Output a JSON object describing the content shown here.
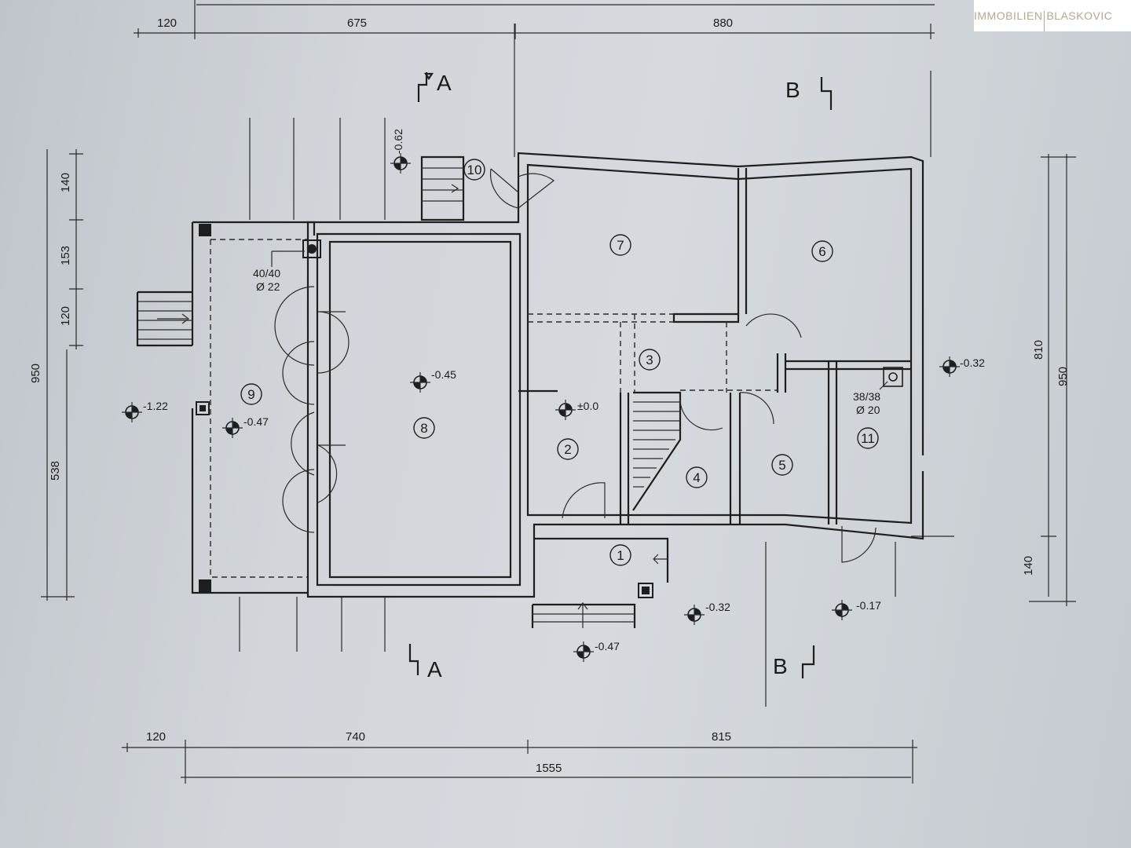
{
  "logo": {
    "part1": "IMMOBILIEN",
    "part2": "BLASKOVIC"
  },
  "dimensions": {
    "top": [
      "120",
      "675",
      "880"
    ],
    "bottom": [
      "120",
      "740",
      "815",
      "1555"
    ],
    "left": [
      "140",
      "153",
      "120",
      "950",
      "538"
    ],
    "right": [
      "810",
      "950",
      "140"
    ]
  },
  "sections": {
    "a_top": "A",
    "a_bottom": "A",
    "b_top": "B",
    "b_bottom": "B"
  },
  "rooms": [
    "1",
    "2",
    "3",
    "4",
    "5",
    "6",
    "7",
    "8",
    "9",
    "10",
    "11"
  ],
  "levels": {
    "l_062": "-0.62",
    "l_045": "-0.45",
    "l_00": "±0.0",
    "l_122": "-1.22",
    "l_047a": "-0.47",
    "l_032a": "-0.32",
    "l_032b": "-0.32",
    "l_017": "-0.17",
    "l_047b": "-0.47"
  },
  "chimneys": {
    "c1_size": "40/40",
    "c1_dia": "Ø 22",
    "c2_size": "38/38",
    "c2_dia": "Ø 20"
  }
}
